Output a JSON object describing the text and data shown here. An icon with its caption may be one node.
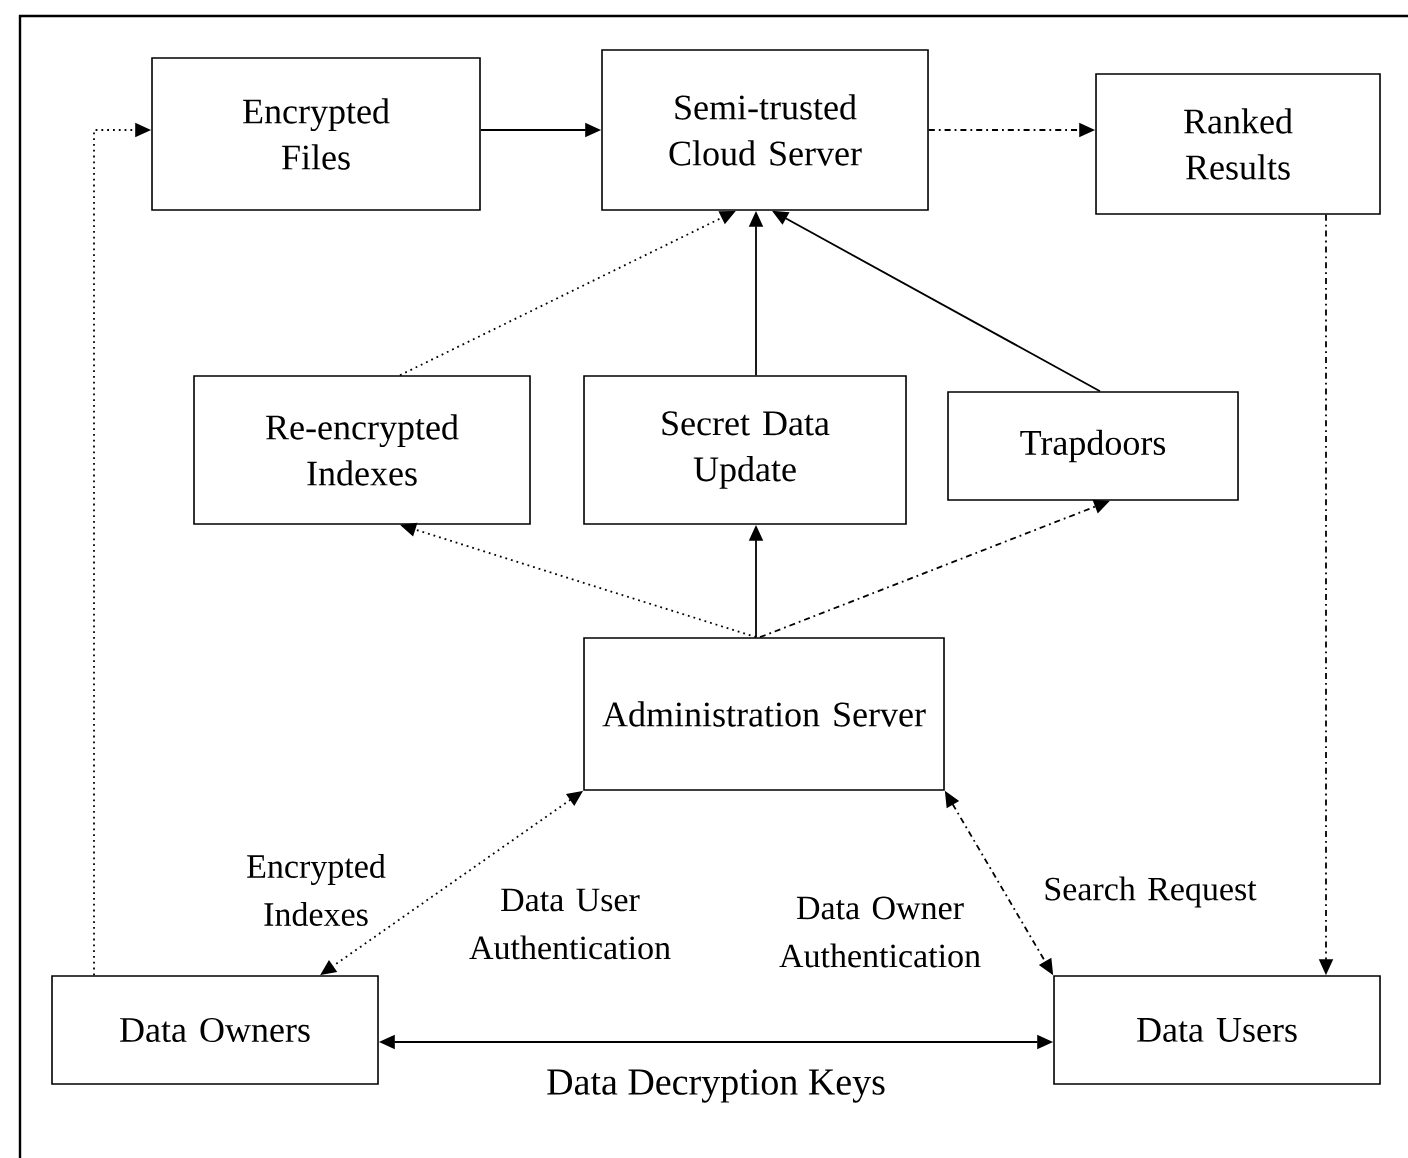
{
  "diagram": {
    "nodes": [
      {
        "text": [
          "Encrypted Files"
        ]
      },
      {
        "text": [
          "Semi-trusted Cloud Server"
        ]
      },
      {
        "text": [
          "Ranked Results"
        ]
      },
      {
        "text": [
          "Re-encrypted Indexes"
        ]
      },
      {
        "text": [
          "Secret Data Update"
        ]
      },
      {
        "text": [
          "Trapdoors"
        ]
      },
      {
        "text": [
          "Administration Server"
        ]
      },
      {
        "text": [
          "Data Owners"
        ]
      },
      {
        "text": [
          "Data Users"
        ]
      }
    ],
    "edges": [
      {
        "from": 7,
        "to": 0,
        "arrow": "to",
        "style": "dashed"
      },
      {
        "from": 0,
        "to": 1,
        "arrow": "to"
      },
      {
        "from": 1,
        "to": 2,
        "arrow": "to",
        "style": "dashed"
      },
      {
        "from": 3,
        "to": 1,
        "arrow": "to",
        "style": "dashed"
      },
      {
        "from": 4,
        "to": 1,
        "arrow": "to"
      },
      {
        "from": 5,
        "to": 1,
        "arrow": "to"
      },
      {
        "from": 6,
        "to": 3,
        "arrow": "to",
        "style": "dashed"
      },
      {
        "from": 6,
        "to": 4,
        "arrow": "to"
      },
      {
        "from": 6,
        "to": 5,
        "arrow": "to",
        "style": "dashed"
      },
      {
        "from": 6,
        "to": 7,
        "arrow": "both",
        "style": "dashed"
      },
      {
        "from": 6,
        "to": 8,
        "arrow": "both",
        "style": "dashed"
      },
      {
        "from": 2,
        "to": 8,
        "arrow": "to",
        "style": "dashed"
      },
      {
        "from": 7,
        "to": 8,
        "arrow": "both",
        "label": "Data Decryption Keys"
      }
    ],
    "labels": [
      "Encrypted Indexes",
      "Data User Authentication",
      "Data Owner Authentication",
      "Search Request"
    ]
  }
}
